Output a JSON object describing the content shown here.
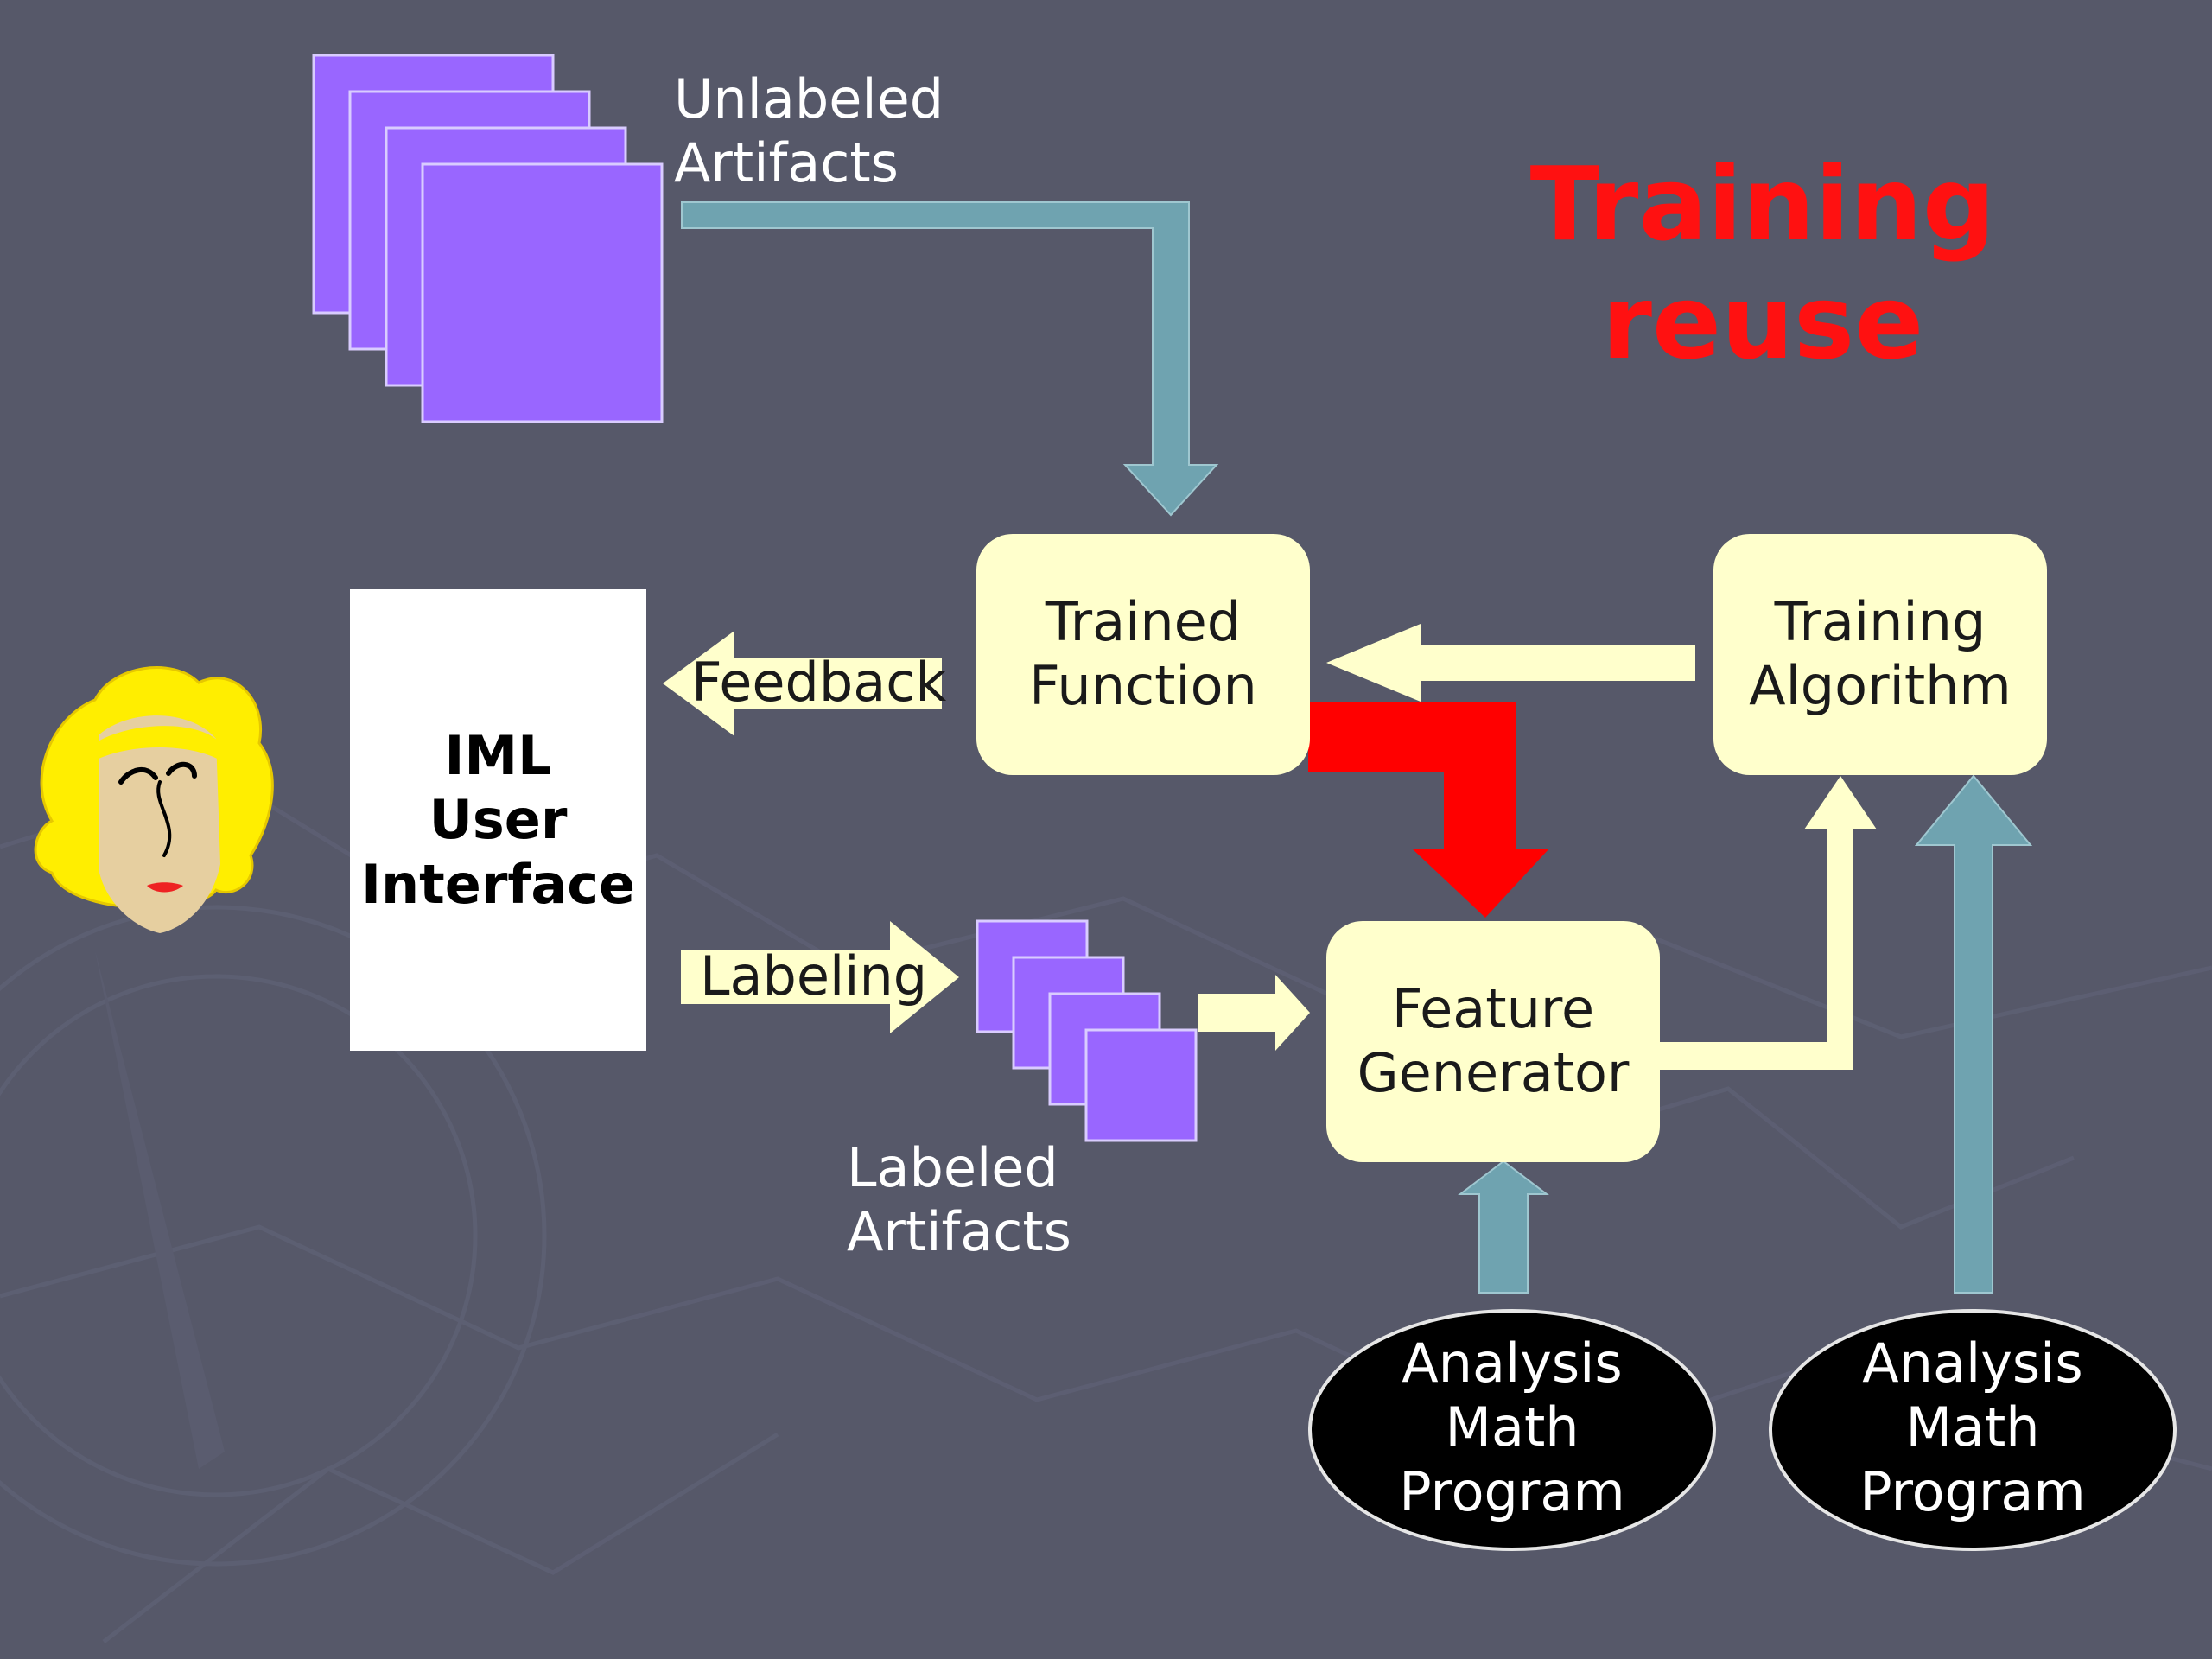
{
  "title": "Training\nreuse",
  "labels": {
    "unlabeled_artifacts": "Unlabeled Artifacts",
    "labeled_artifacts": "Labeled\nArtifacts",
    "feedback": "Feedback",
    "labeling": "Labeling"
  },
  "nodes": {
    "iml_user_interface": "IML\nUser\nInterface",
    "trained_function": "Trained\nFunction",
    "training_algorithm": "Training\nAlgorithm",
    "feature_generator": "Feature\nGenerator",
    "analysis_program_left": "Analysis\nMath\nProgram",
    "analysis_program_right": "Analysis\nMath\nProgram"
  },
  "colors": {
    "background": "#565869",
    "node_fill": "#ffffcc",
    "artifact_fill": "#9966ff",
    "flow_blue": "#6fa3b0",
    "flow_cream": "#ffffcc",
    "highlight_red": "#ff0000",
    "title_red": "#ff1111"
  },
  "icons": {
    "user": "user-face-icon"
  }
}
